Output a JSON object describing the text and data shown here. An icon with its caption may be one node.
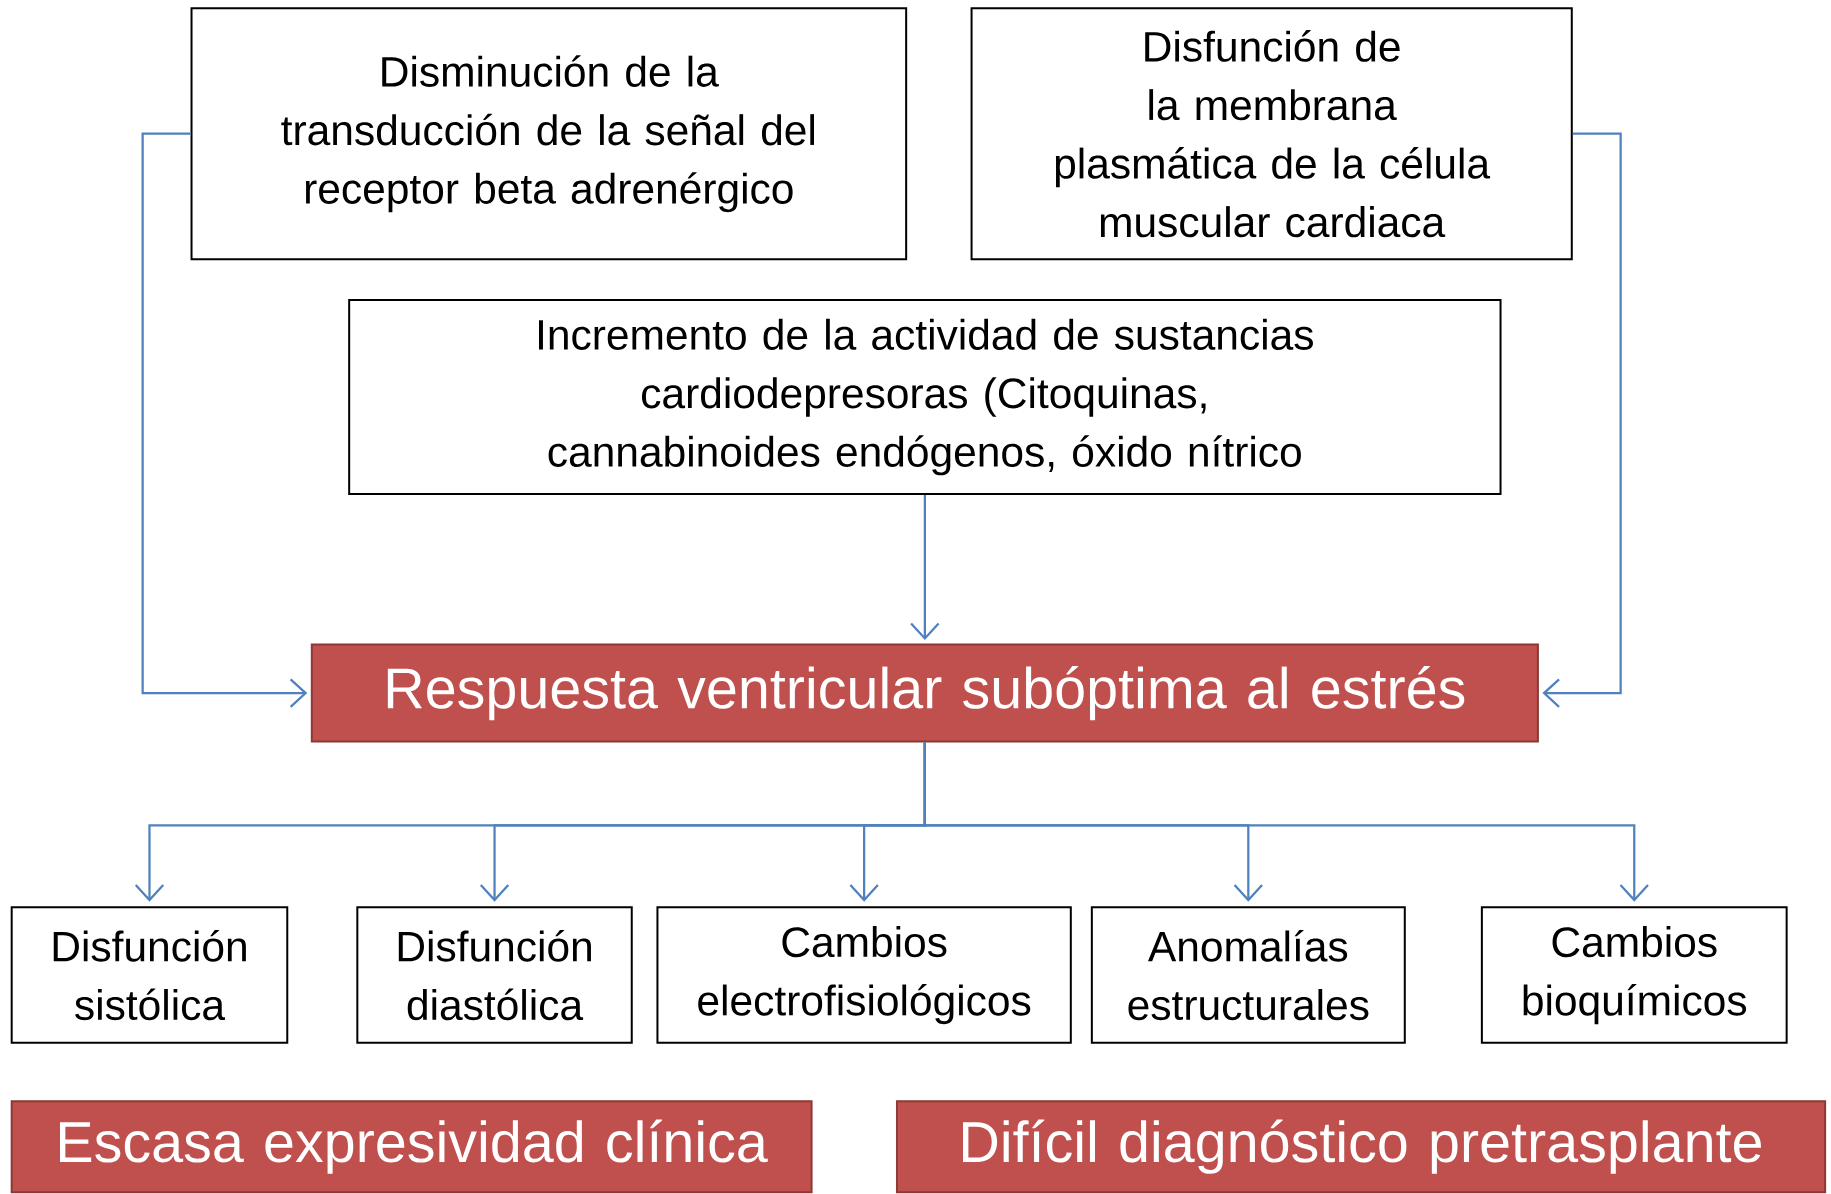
{
  "diagram": {
    "nodes": [
      {
        "text": [
          "Disminución de la transducción de la señal del receptor beta adrenérgico"
        ]
      },
      {
        "text": [
          "Disfunción de la membrana plasmática de la célula muscular cardiaca"
        ]
      },
      {
        "text": [
          "Incremento de la actividad de sustancias cardiodepresoras (Citoquinas, cannabinoides endógenos, óxido nítrico"
        ]
      },
      {
        "text": [
          "Respuesta ventricular subóptima al estrés"
        ]
      },
      {
        "text": [
          "Disfunción sistólica"
        ]
      },
      {
        "text": [
          "Disfunción diastólica"
        ]
      },
      {
        "text": [
          "Cambios electrofisiológicos"
        ]
      },
      {
        "text": [
          "Anomalías estructurales"
        ]
      },
      {
        "text": [
          "Cambios bioquímicos"
        ]
      },
      {
        "text": [
          "Escasa expresividad clínica"
        ]
      },
      {
        "text": [
          "Difícil diagnóstico pretrasplante"
        ]
      }
    ],
    "edges": [
      {
        "from": 0,
        "to": 3,
        "arrow": "to"
      },
      {
        "from": 1,
        "to": 3,
        "arrow": "to"
      },
      {
        "from": 2,
        "to": 3,
        "arrow": "to"
      },
      {
        "from": 3,
        "to": 4,
        "arrow": "to"
      },
      {
        "from": 3,
        "to": 5,
        "arrow": "to"
      },
      {
        "from": 3,
        "to": 6,
        "arrow": "to"
      },
      {
        "from": 3,
        "to": 7,
        "arrow": "to"
      },
      {
        "from": 3,
        "to": 8,
        "arrow": "to"
      }
    ]
  }
}
